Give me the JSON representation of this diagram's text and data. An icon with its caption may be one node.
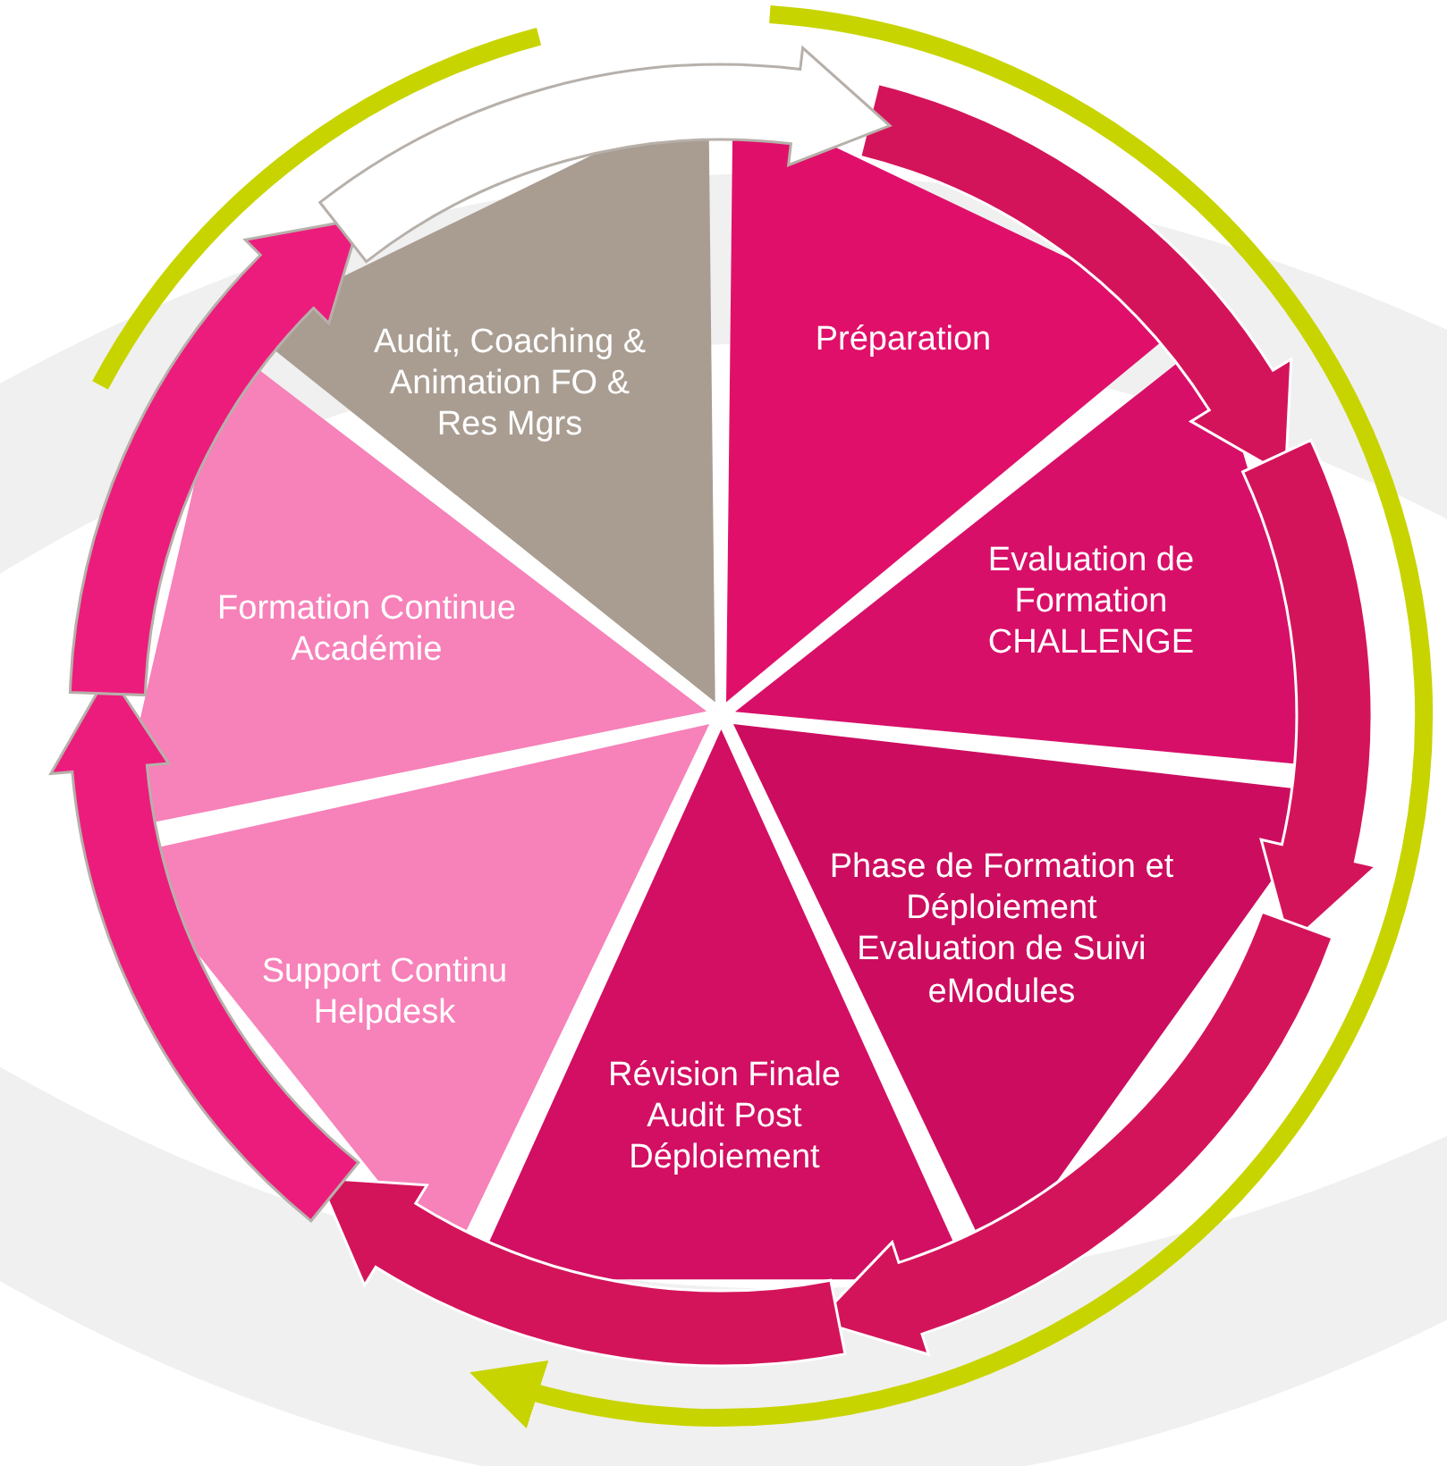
{
  "diagram": {
    "nodes": [
      {
        "text": [
          "Préparation"
        ]
      },
      {
        "text": [
          "Evaluation de Formation CHALLENGE"
        ]
      },
      {
        "text": [
          "Phase de Formation et Déploiement Evaluation de Suivi eModules"
        ]
      },
      {
        "text": [
          "Révision Finale Audit Post Déploiement"
        ]
      },
      {
        "text": [
          "Support Continu Helpdesk"
        ]
      },
      {
        "text": [
          "Formation Continue Académie"
        ]
      },
      {
        "text": [
          "Audit, Coaching & Animation FO & Res Mgrs"
        ]
      }
    ],
    "edges": [
      {
        "from": 0,
        "to": 1,
        "arrow": "to"
      },
      {
        "from": 1,
        "to": 2,
        "arrow": "to"
      },
      {
        "from": 2,
        "to": 3,
        "arrow": "to"
      },
      {
        "from": 3,
        "to": 4,
        "arrow": "to"
      },
      {
        "from": 4,
        "to": 5,
        "arrow": "to",
        "color": "#ec1c7c"
      },
      {
        "from": 5,
        "to": 6,
        "arrow": "to",
        "color": "#ec1c7c"
      },
      {
        "from": 6,
        "to": 0,
        "arrow": "to",
        "color": "#ffffff"
      }
    ]
  }
}
